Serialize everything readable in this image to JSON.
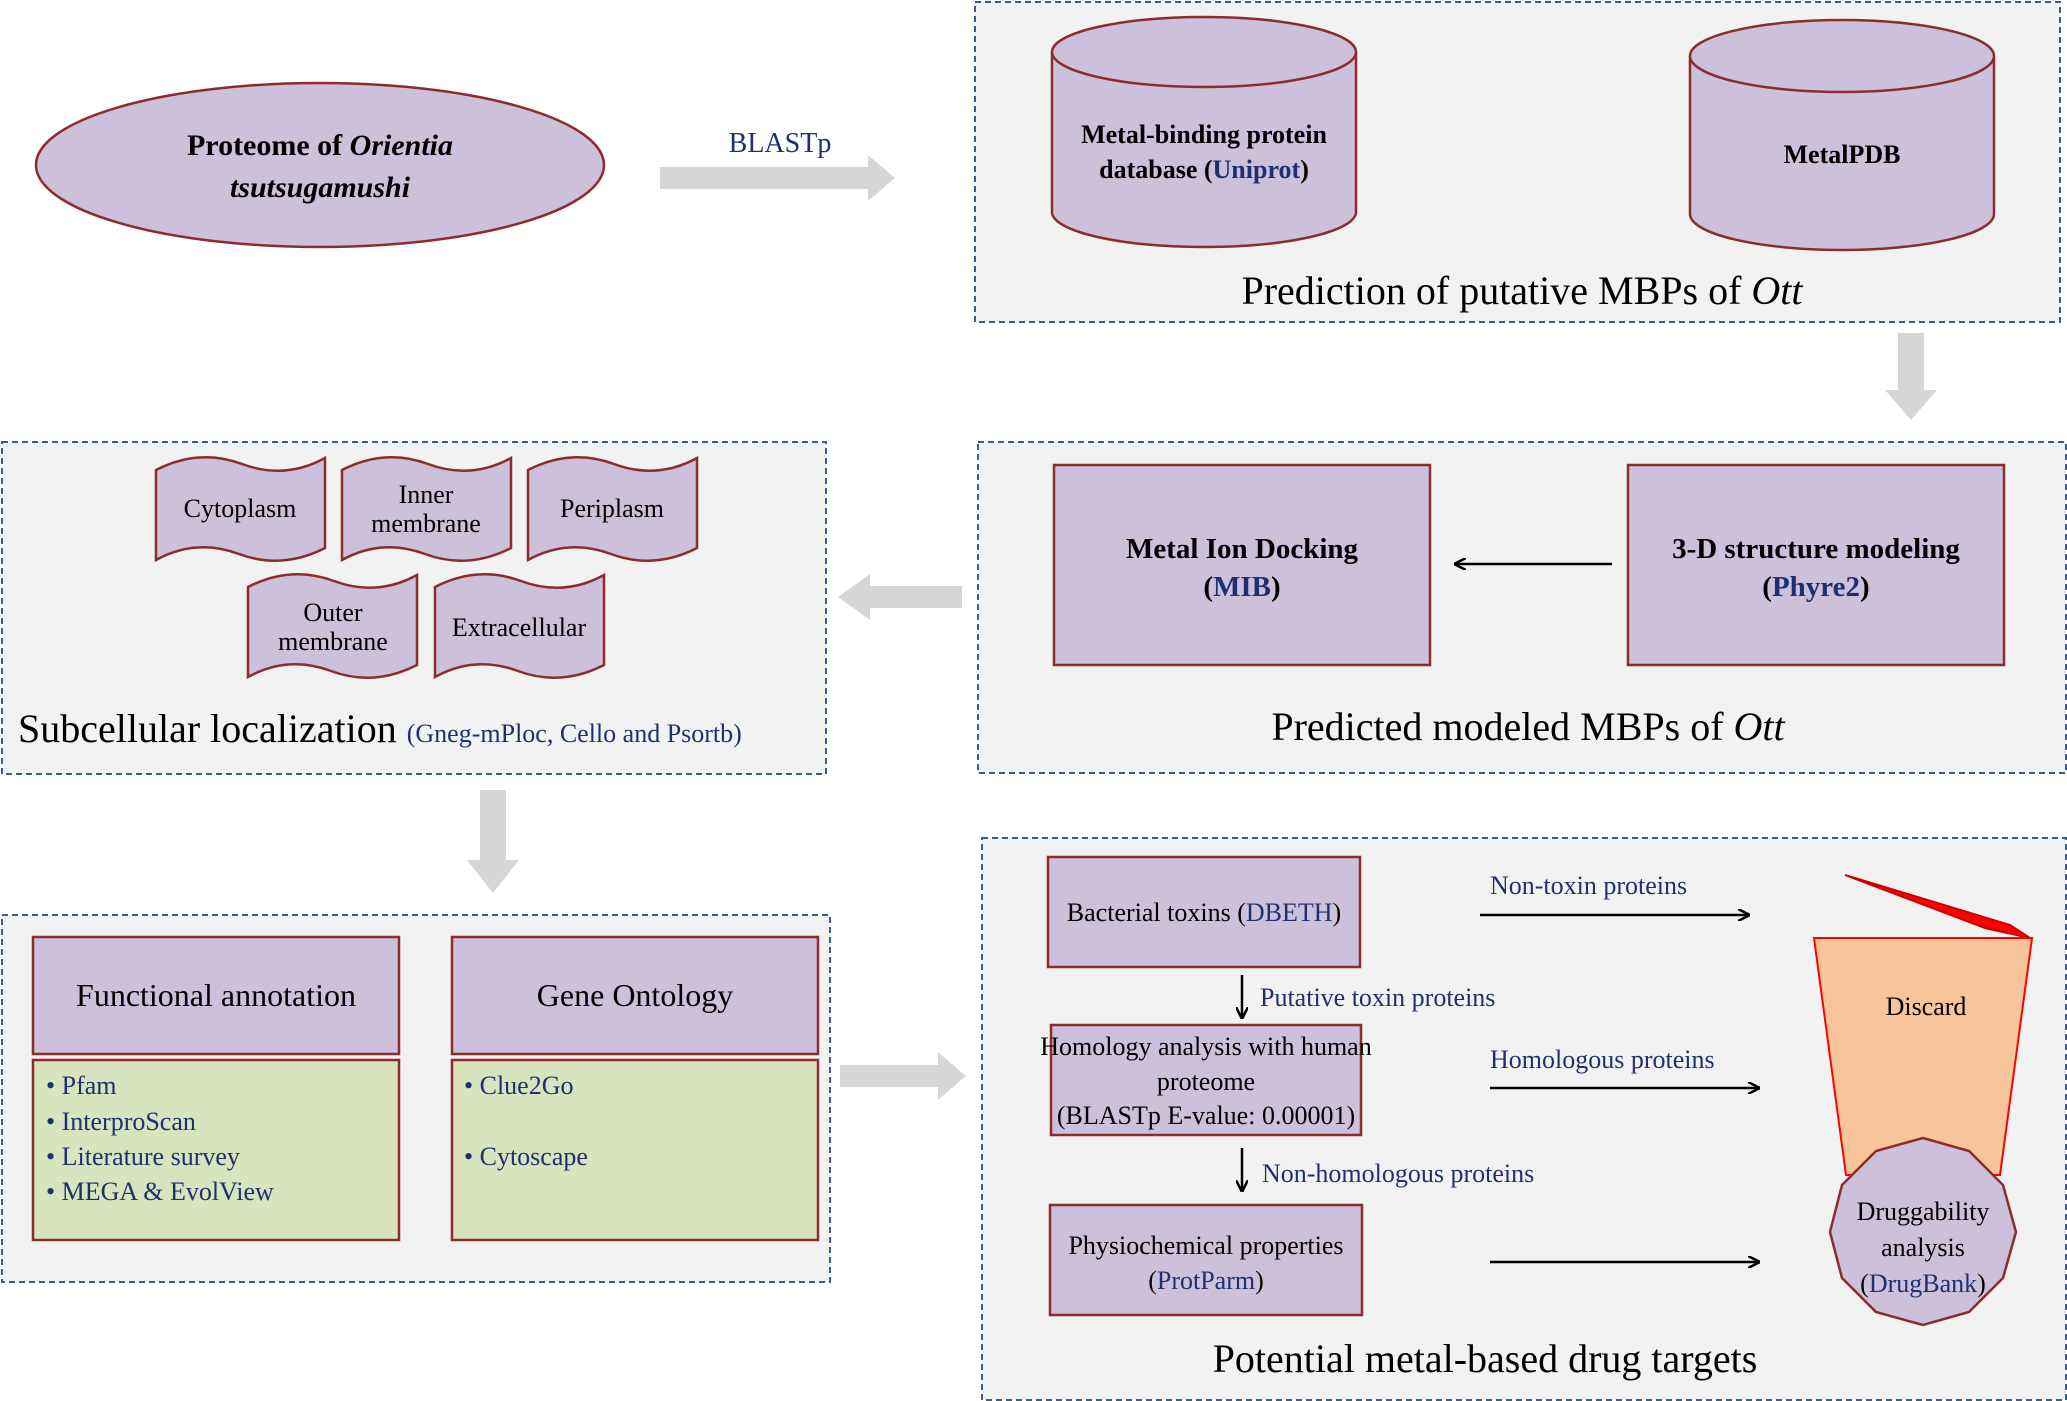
{
  "start": {
    "proteome_prefix": "Proteome of ",
    "proteome_italic_1": "Orientia",
    "proteome_italic_2": "tsutsugamushi",
    "blast_label": "BLASTp"
  },
  "prediction": {
    "db1_line1": "Metal-binding protein",
    "db1_line2_prefix": "database (",
    "db1_link": "Uniprot",
    "db1_line2_suffix": ")",
    "db2": "MetalPDB",
    "caption_prefix": "Prediction of putative MBPs of ",
    "caption_italic": "Ott"
  },
  "modeling": {
    "docking_title": "Metal Ion Docking",
    "docking_paren_open": "(",
    "docking_tool": "MIB",
    "docking_paren_close": ")",
    "structure_title": "3-D structure modeling",
    "structure_paren_open": "(",
    "structure_tool": "Phyre2",
    "structure_paren_close": ")",
    "caption_prefix": "Predicted modeled MBPs of ",
    "caption_italic": "Ott"
  },
  "localization": {
    "locations": [
      "Cytoplasm",
      "Inner",
      "membrane",
      "Periplasm",
      "Outer",
      "membrane",
      "Extracellular"
    ],
    "caption": "Subcellular localization",
    "tools": "(Gneg-mPloc, Cello and Psortb)"
  },
  "annotation": {
    "functional_title": "Functional annotation",
    "functional_tools": [
      "Pfam",
      "InterproScan",
      "Literature survey",
      "MEGA & EvolView"
    ],
    "go_title": "Gene Ontology",
    "go_tools": [
      "Clue2Go",
      "Cytoscape"
    ]
  },
  "targets": {
    "toxins_prefix": "Bacterial toxins (",
    "toxins_tool": "DBETH",
    "toxins_suffix": ")",
    "non_toxin": "Non-toxin proteins",
    "putative_toxin": "Putative toxin proteins",
    "homology_line1": "Homology analysis with human",
    "homology_line2": "proteome",
    "homology_line3": "(BLASTp E-value: 0.00001)",
    "homologous": "Homologous proteins",
    "non_homologous": "Non-homologous proteins",
    "physio_line1": "Physiochemical properties",
    "physio_paren_open": "(",
    "physio_tool": "ProtParm",
    "physio_paren_close": ")",
    "discard": "Discard",
    "drug_line1": "Druggability",
    "drug_line2": "analysis",
    "drug_paren_open": "(",
    "drug_tool": "DrugBank",
    "drug_paren_close": ")",
    "caption": "Potential metal-based drug targets"
  },
  "colors": {
    "node_fill": "#ccc0da",
    "node_stroke": "#8c2c2c",
    "tool_fill": "#d7e4bd",
    "panel_fill": "#f2f2f2",
    "link_text": "#1f3070",
    "discard_fill": "#f8c49a",
    "discard_lid": "#ff0000"
  }
}
